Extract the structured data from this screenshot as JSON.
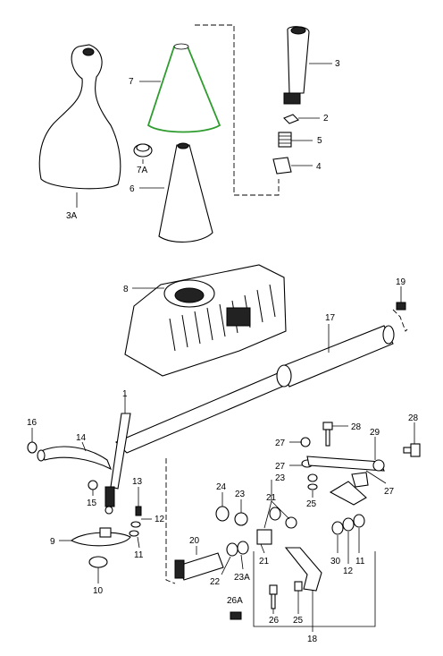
{
  "callouts": {
    "c1": "1",
    "c2": "2",
    "c3": "3",
    "c3a": "3A",
    "c4": "4",
    "c5": "5",
    "c6": "6",
    "c7": "7",
    "c7a": "7A",
    "c8": "8",
    "c9": "9",
    "c10": "10",
    "c11a": "11",
    "c11b": "11",
    "c12a": "12",
    "c12b": "12",
    "c13": "13",
    "c14": "14",
    "c15": "15",
    "c16": "16",
    "c17": "17",
    "c18": "18",
    "c19": "19",
    "c20": "20",
    "c21a": "21",
    "c21b": "21",
    "c22": "22",
    "c23a": "23",
    "c23b": "23",
    "c23c": "23A",
    "c24": "24",
    "c25a": "25",
    "c25b": "25",
    "c26": "26",
    "c26a": "26A",
    "c27a": "27",
    "c27b": "27",
    "c27c": "27",
    "c28a": "28",
    "c28b": "28",
    "c29": "29",
    "c30": "30"
  },
  "highlight_color": "#2e9c2e"
}
